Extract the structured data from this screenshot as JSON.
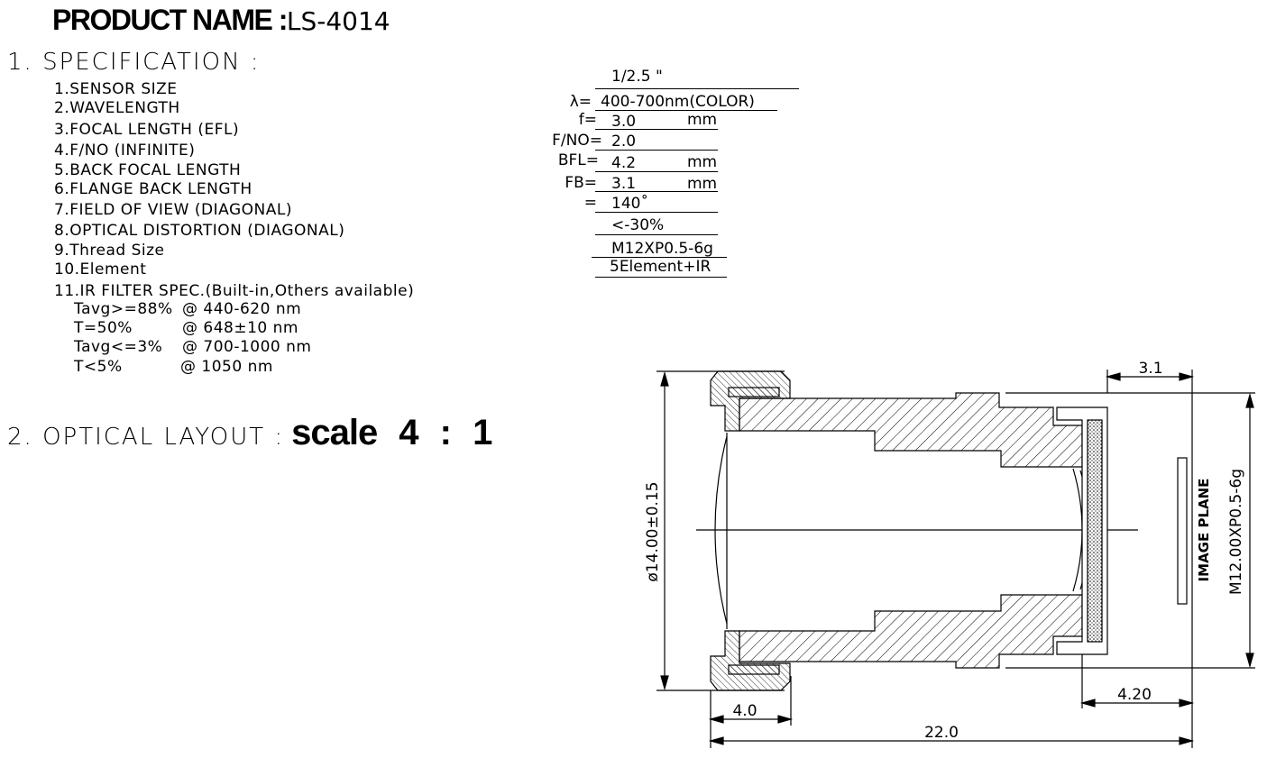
{
  "product": {
    "label": "PRODUCT NAME :",
    "name": "LS-4014"
  },
  "section1": {
    "label": "1.  SPECIFICATION  :"
  },
  "spec_items": [
    "1.SENSOR SIZE",
    "2.WAVELENGTH",
    "3.FOCAL LENGTH (EFL)",
    "4.F/NO (INFINITE)",
    "5.BACK FOCAL LENGTH",
    "6.FLANGE BACK LENGTH",
    "7.FIELD OF VIEW (DIAGONAL)",
    "8.OPTICAL DISTORTION (DIAGONAL)",
    "9.Thread Size",
    "10.Element",
    "11.IR FILTER SPEC.(Built-in,Others available)"
  ],
  "ir_spec": [
    {
      "param": "Tavg>=88%",
      "range": "@ 440-620 nm"
    },
    {
      "param": "T=50%",
      "range": "@ 648±10 nm"
    },
    {
      "param": "Tavg<=3%",
      "range": "@ 700-1000 nm"
    },
    {
      "param": "T<5%",
      "range": "@ 1050 nm"
    }
  ],
  "section2": {
    "label": "2.  OPTICAL  LAYOUT  :",
    "scale": "scale",
    "ratio": "4 : 1"
  },
  "spec_values": [
    {
      "label": "",
      "value": "1/2.5 \"",
      "unit": ""
    },
    {
      "label": "λ=",
      "value": "400-700nm(COLOR)",
      "unit": ""
    },
    {
      "label": "f=",
      "value": "3.0",
      "unit": "mm"
    },
    {
      "label": "F/NO=",
      "value": "2.0",
      "unit": ""
    },
    {
      "label": "BFL=",
      "value": "4.2",
      "unit": "mm"
    },
    {
      "label": "FB=",
      "value": "3.1",
      "unit": "mm"
    },
    {
      "label": "=",
      "value": "140˚",
      "unit": ""
    },
    {
      "label": "",
      "value": "<-30%",
      "unit": ""
    },
    {
      "label": "",
      "value": "M12XP0.5-6g",
      "unit": ""
    },
    {
      "label": "",
      "value": "5Element+IR",
      "unit": ""
    }
  ],
  "drawing": {
    "dim_diameter": "ø14.00±0.15",
    "dim_thread": "M12.00XP0.5-6g",
    "dim_fb": "3.1",
    "dim_bfl": "4.20",
    "dim_flange": "4.0",
    "dim_total": "22.0",
    "image_plane": "IMAGE PLANE"
  }
}
